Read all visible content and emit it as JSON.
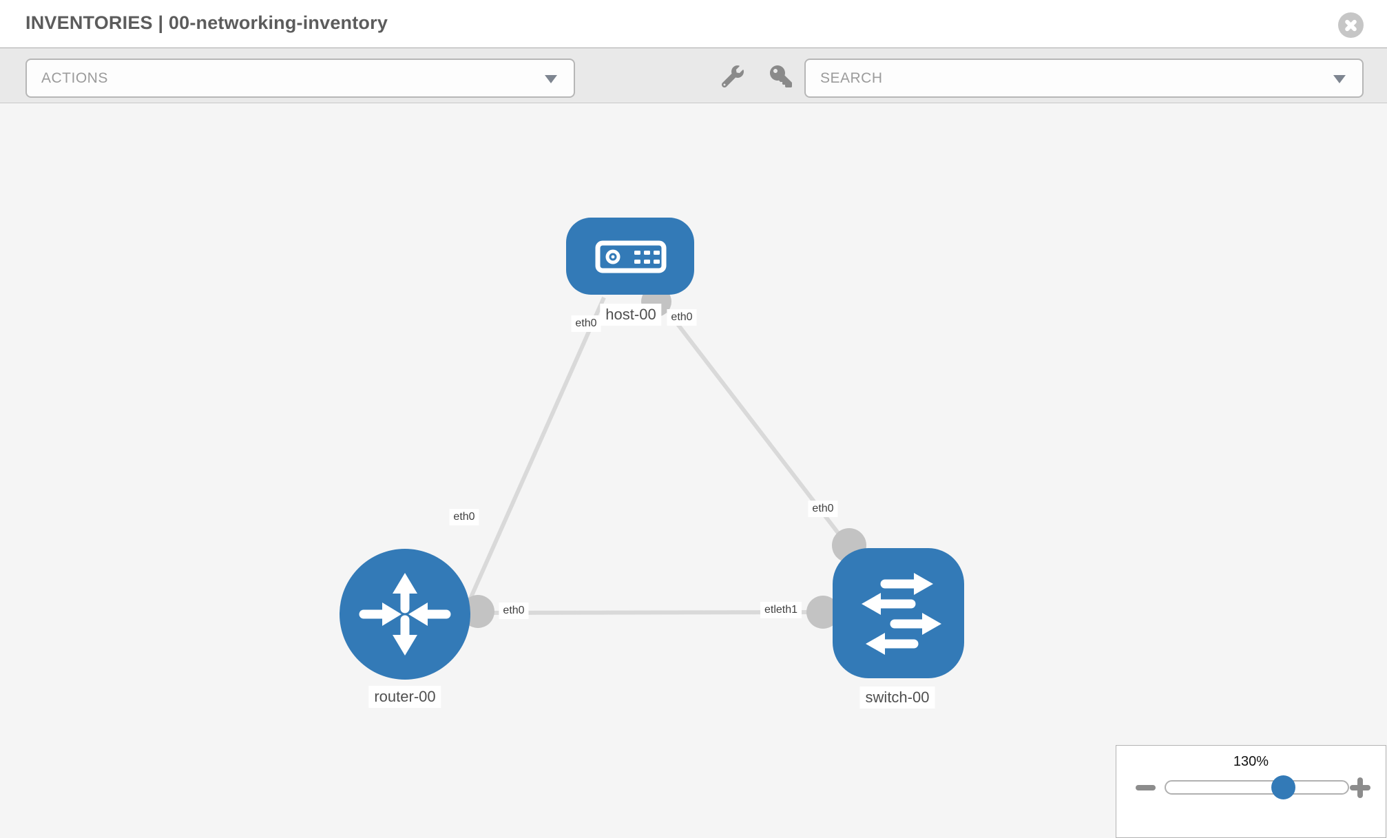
{
  "header": {
    "title": "INVENTORIES | 00-networking-inventory"
  },
  "toolbar": {
    "actions_dropdown": {
      "placeholder": "ACTIONS"
    },
    "search_dropdown": {
      "placeholder": "SEARCH"
    },
    "icons": [
      "wrench-icon",
      "key-icon"
    ]
  },
  "canvas": {
    "nodes": {
      "host": {
        "label": "host-00",
        "type": "host"
      },
      "router": {
        "label": "router-00",
        "type": "router"
      },
      "switch": {
        "label": "switch-00",
        "type": "switch"
      }
    },
    "link_labels": {
      "eth_host_left": "eth0",
      "eth_host_right": "eth0",
      "eth_router_top": "eth0",
      "eth_router_right": "eth0",
      "eth_switch_top": "eth0",
      "eth_switch_left_overlapped": "etleth1"
    },
    "links": [
      {
        "from": "host-00",
        "to": "router-00"
      },
      {
        "from": "host-00",
        "to": "switch-00"
      },
      {
        "from": "router-00",
        "to": "switch-00"
      }
    ]
  },
  "zoom_control": {
    "level": "130%"
  },
  "colors": {
    "node_blue": "#337ab7",
    "link_gray": "#d9d9d9",
    "interface_gray": "#c3c3c3",
    "toolbar_bg": "#e9e9e9",
    "canvas_bg": "#f5f5f5"
  }
}
